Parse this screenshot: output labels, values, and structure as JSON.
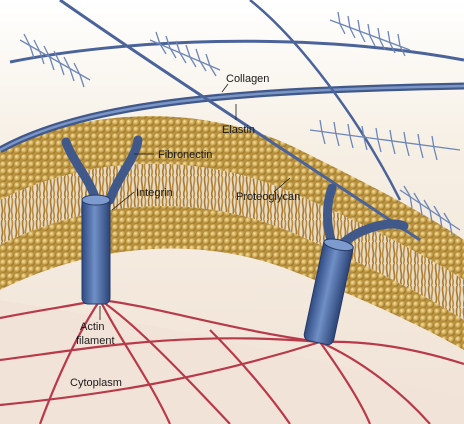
{
  "labels": {
    "collagen": "Collagen",
    "elastin": "Elastin",
    "fibronectin": "Fibronectin",
    "integrin": "Integrin",
    "proteoglycan": "Proteoglycan",
    "actin_line1": "Actin",
    "actin_line2": "filament",
    "cytoplasm": "Cytoplasm"
  },
  "colors": {
    "fiber_blue": "#5f7fb4",
    "fiber_dark": "#3e5a8e",
    "membrane_gold": "#c9a24a",
    "membrane_light": "#e6cf90",
    "actin_red": "#b83a4a",
    "cytoplasm_bg": "#f4e7dc",
    "ecm_bg": "#f3e9dc"
  }
}
